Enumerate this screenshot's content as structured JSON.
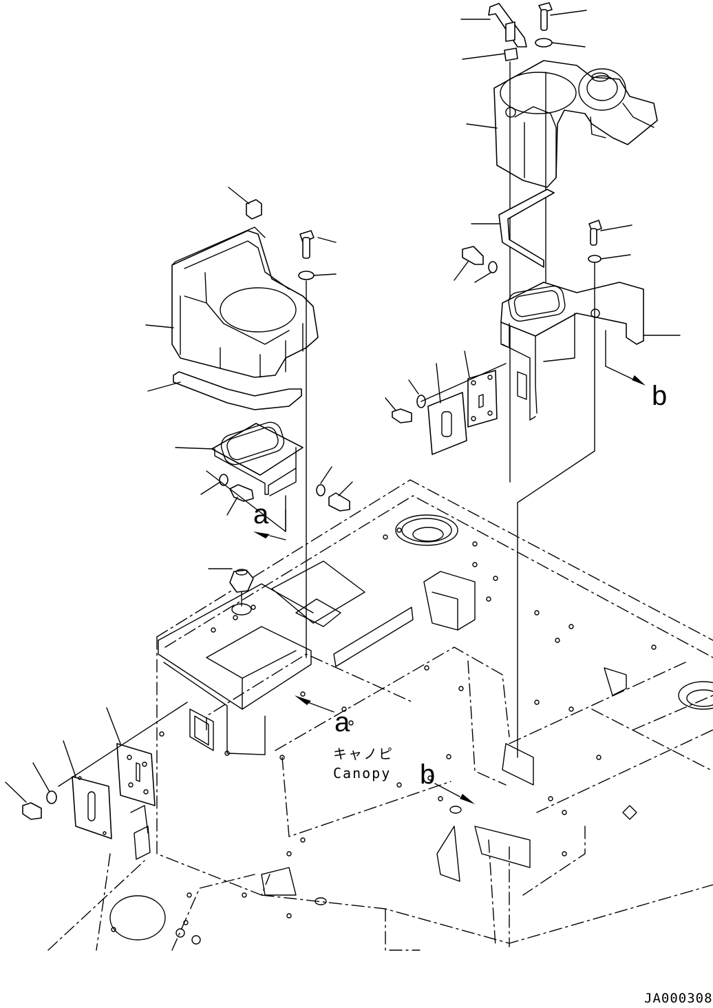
{
  "labels": {
    "ref_a": "a",
    "ref_b": "b",
    "canopy_jp": "キャノピ",
    "canopy_en": "Canopy",
    "drawing_code": "JA000308"
  }
}
